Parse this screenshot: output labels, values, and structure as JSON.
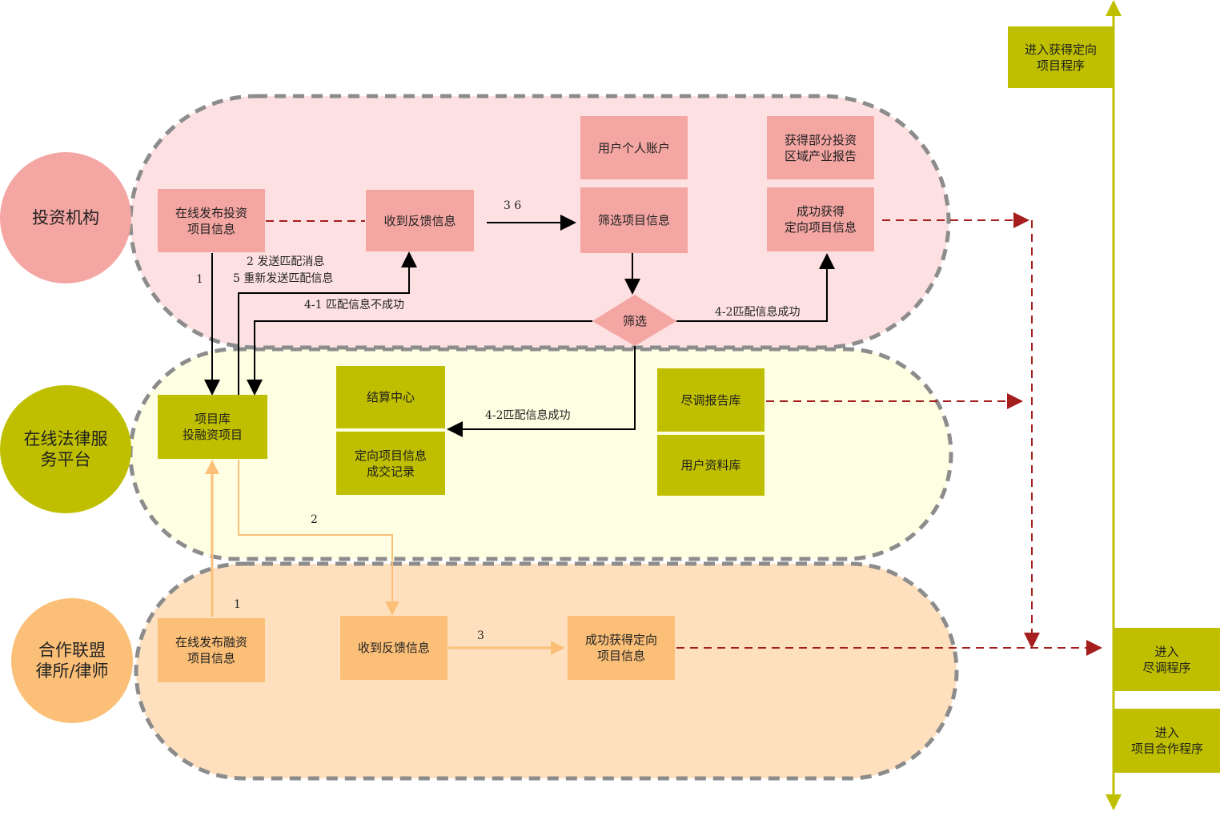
{
  "actors": {
    "investor": "投资机构",
    "platform": "在线法律服\n务平台",
    "lawfirm": "合作联盟\n律所/律师"
  },
  "investor_lane": {
    "publish": "在线发布投资\n项目信息",
    "feedback": "收到反馈信息",
    "account": "用户个人账户",
    "filter_info": "筛选项目信息",
    "report": "获得部分投资\n区域产业报告",
    "success": "成功获得\n定向项目信息",
    "filter": "筛选"
  },
  "platform_lane": {
    "project_db": "项目库\n投融资项目",
    "settlement": "结算中心",
    "deal_record": "定向项目信息\n成交记录",
    "dd_library": "尽调报告库",
    "user_library": "用户资料库"
  },
  "lawfirm_lane": {
    "publish": "在线发布融资\n项目信息",
    "feedback": "收到反馈信息",
    "success": "成功获得定向\n项目信息"
  },
  "right_panel": {
    "directed": "进入获得定向\n项目程序",
    "due_diligence": "进入\n尽调程序",
    "cooperation": "进入\n项目合作程序"
  },
  "labels": {
    "send_match": "2  发送匹配消息",
    "resend_match": "5  重新发送匹配信息",
    "step_1": "1",
    "steps_3_6": "3    6",
    "match_fail": "4-1   匹配信息不成功",
    "match_success": "4-2匹配信息成功",
    "match_success_2": "4-2匹配信息成功",
    "step_2": "2",
    "step_1_lower": "1",
    "step_3_lower": "3"
  },
  "colors": {
    "investor_lane_fill": "#fde0e1",
    "platform_lane_fill": "#fefee2",
    "lawfirm_lane_fill": "#fee0bf",
    "investor_accent": "#f4a6a3",
    "platform_accent": "#bfbf00",
    "lawfirm_accent": "#fbbf78",
    "dashed_connector": "#a51d1d",
    "lane_border": "#8c8c8c"
  }
}
